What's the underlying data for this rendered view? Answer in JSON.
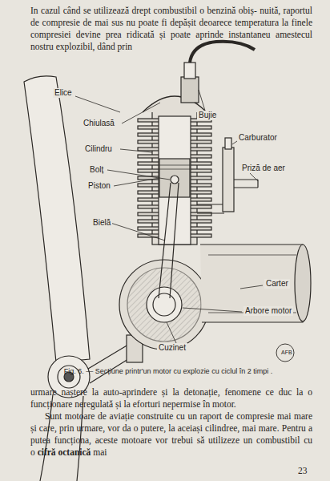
{
  "diagram": {
    "caption": "Fig. 6. — Secțiune printr'un motor cu explozie cu ciclul în 2 timpi .",
    "labels": [
      "In cazul când se utilizează drept combustibil o benzină obiș- nuită, raportul de compresie de mai sus nu poate fi depășit deoarece temperatura la finele compresiei devine prea ridicată și poate aprinde instantaneu amestecul nostru explozibil, dând prin",
      "urmare naștere la auto-aprindere și la detonație, fenomene ce duc la o funcționare neregulată și la eforturi nepermise în motor.",
      "Sunt motoare de aviație construite cu un raport de compresie mai mare și care, prin urmare, vor da o putere, la aceiași cilindree, mai mare. Pentru a putea funcționa, aceste motoare vor trebui să utilizeze un combustibil cu o",
      "cifră octanică",
      "mai",
      "Elice",
      "Chiulasă",
      "Cilindru",
      "Bolț",
      "Piston",
      "Bielă",
      "Bujie",
      "Carburator",
      "Priză de aer",
      "Carter",
      "Arbore motor",
      "Cuzinet",
      "AFB",
      "23"
    ]
  }
}
